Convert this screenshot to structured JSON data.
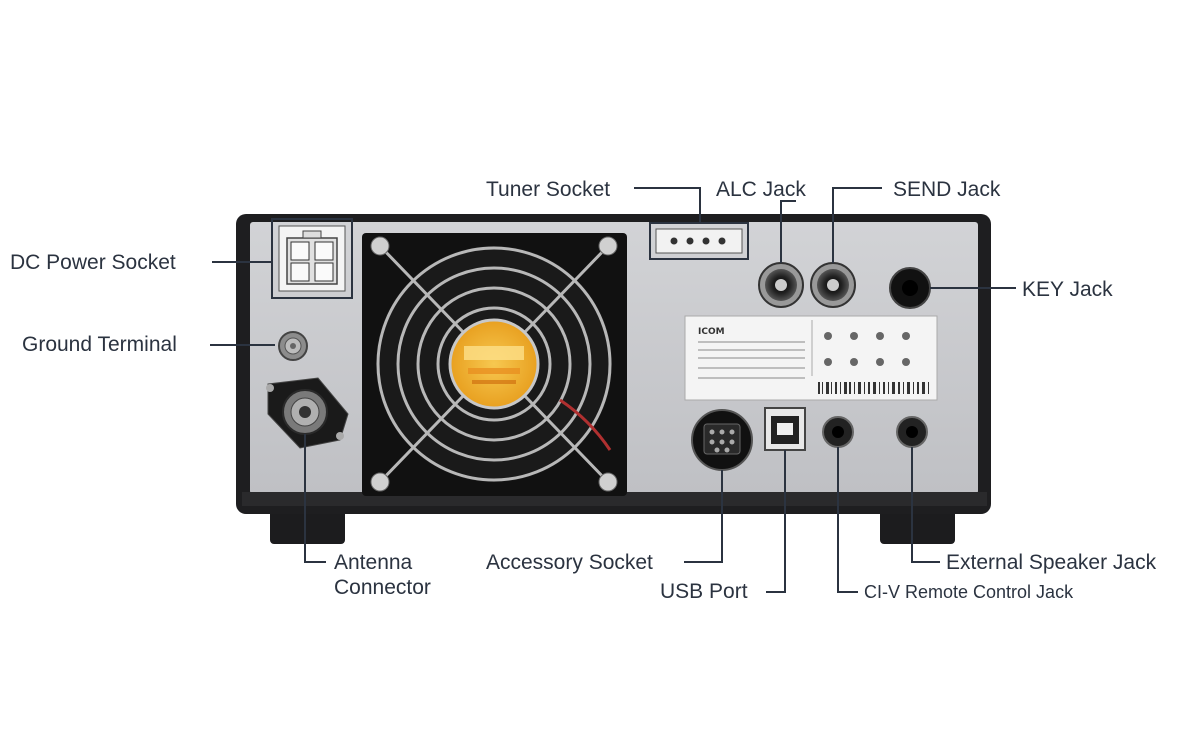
{
  "labels": {
    "dc_power": "DC Power Socket",
    "ground": "Ground Terminal",
    "tuner": "Tuner Socket",
    "alc": "ALC Jack",
    "send": "SEND Jack",
    "key": "KEY Jack",
    "antenna_line1": "Antenna",
    "antenna_line2": "Connector",
    "accessory": "Accessory Socket",
    "usb": "USB Port",
    "civ": "CI-V Remote Control Jack",
    "ext_speaker": "External Speaker Jack"
  },
  "device": {
    "brand": "ICOM"
  },
  "colors": {
    "chassis": "#1e1e20",
    "panel": "#c9cacd",
    "text": "#2b3340",
    "fan_label": "#f0b030"
  }
}
